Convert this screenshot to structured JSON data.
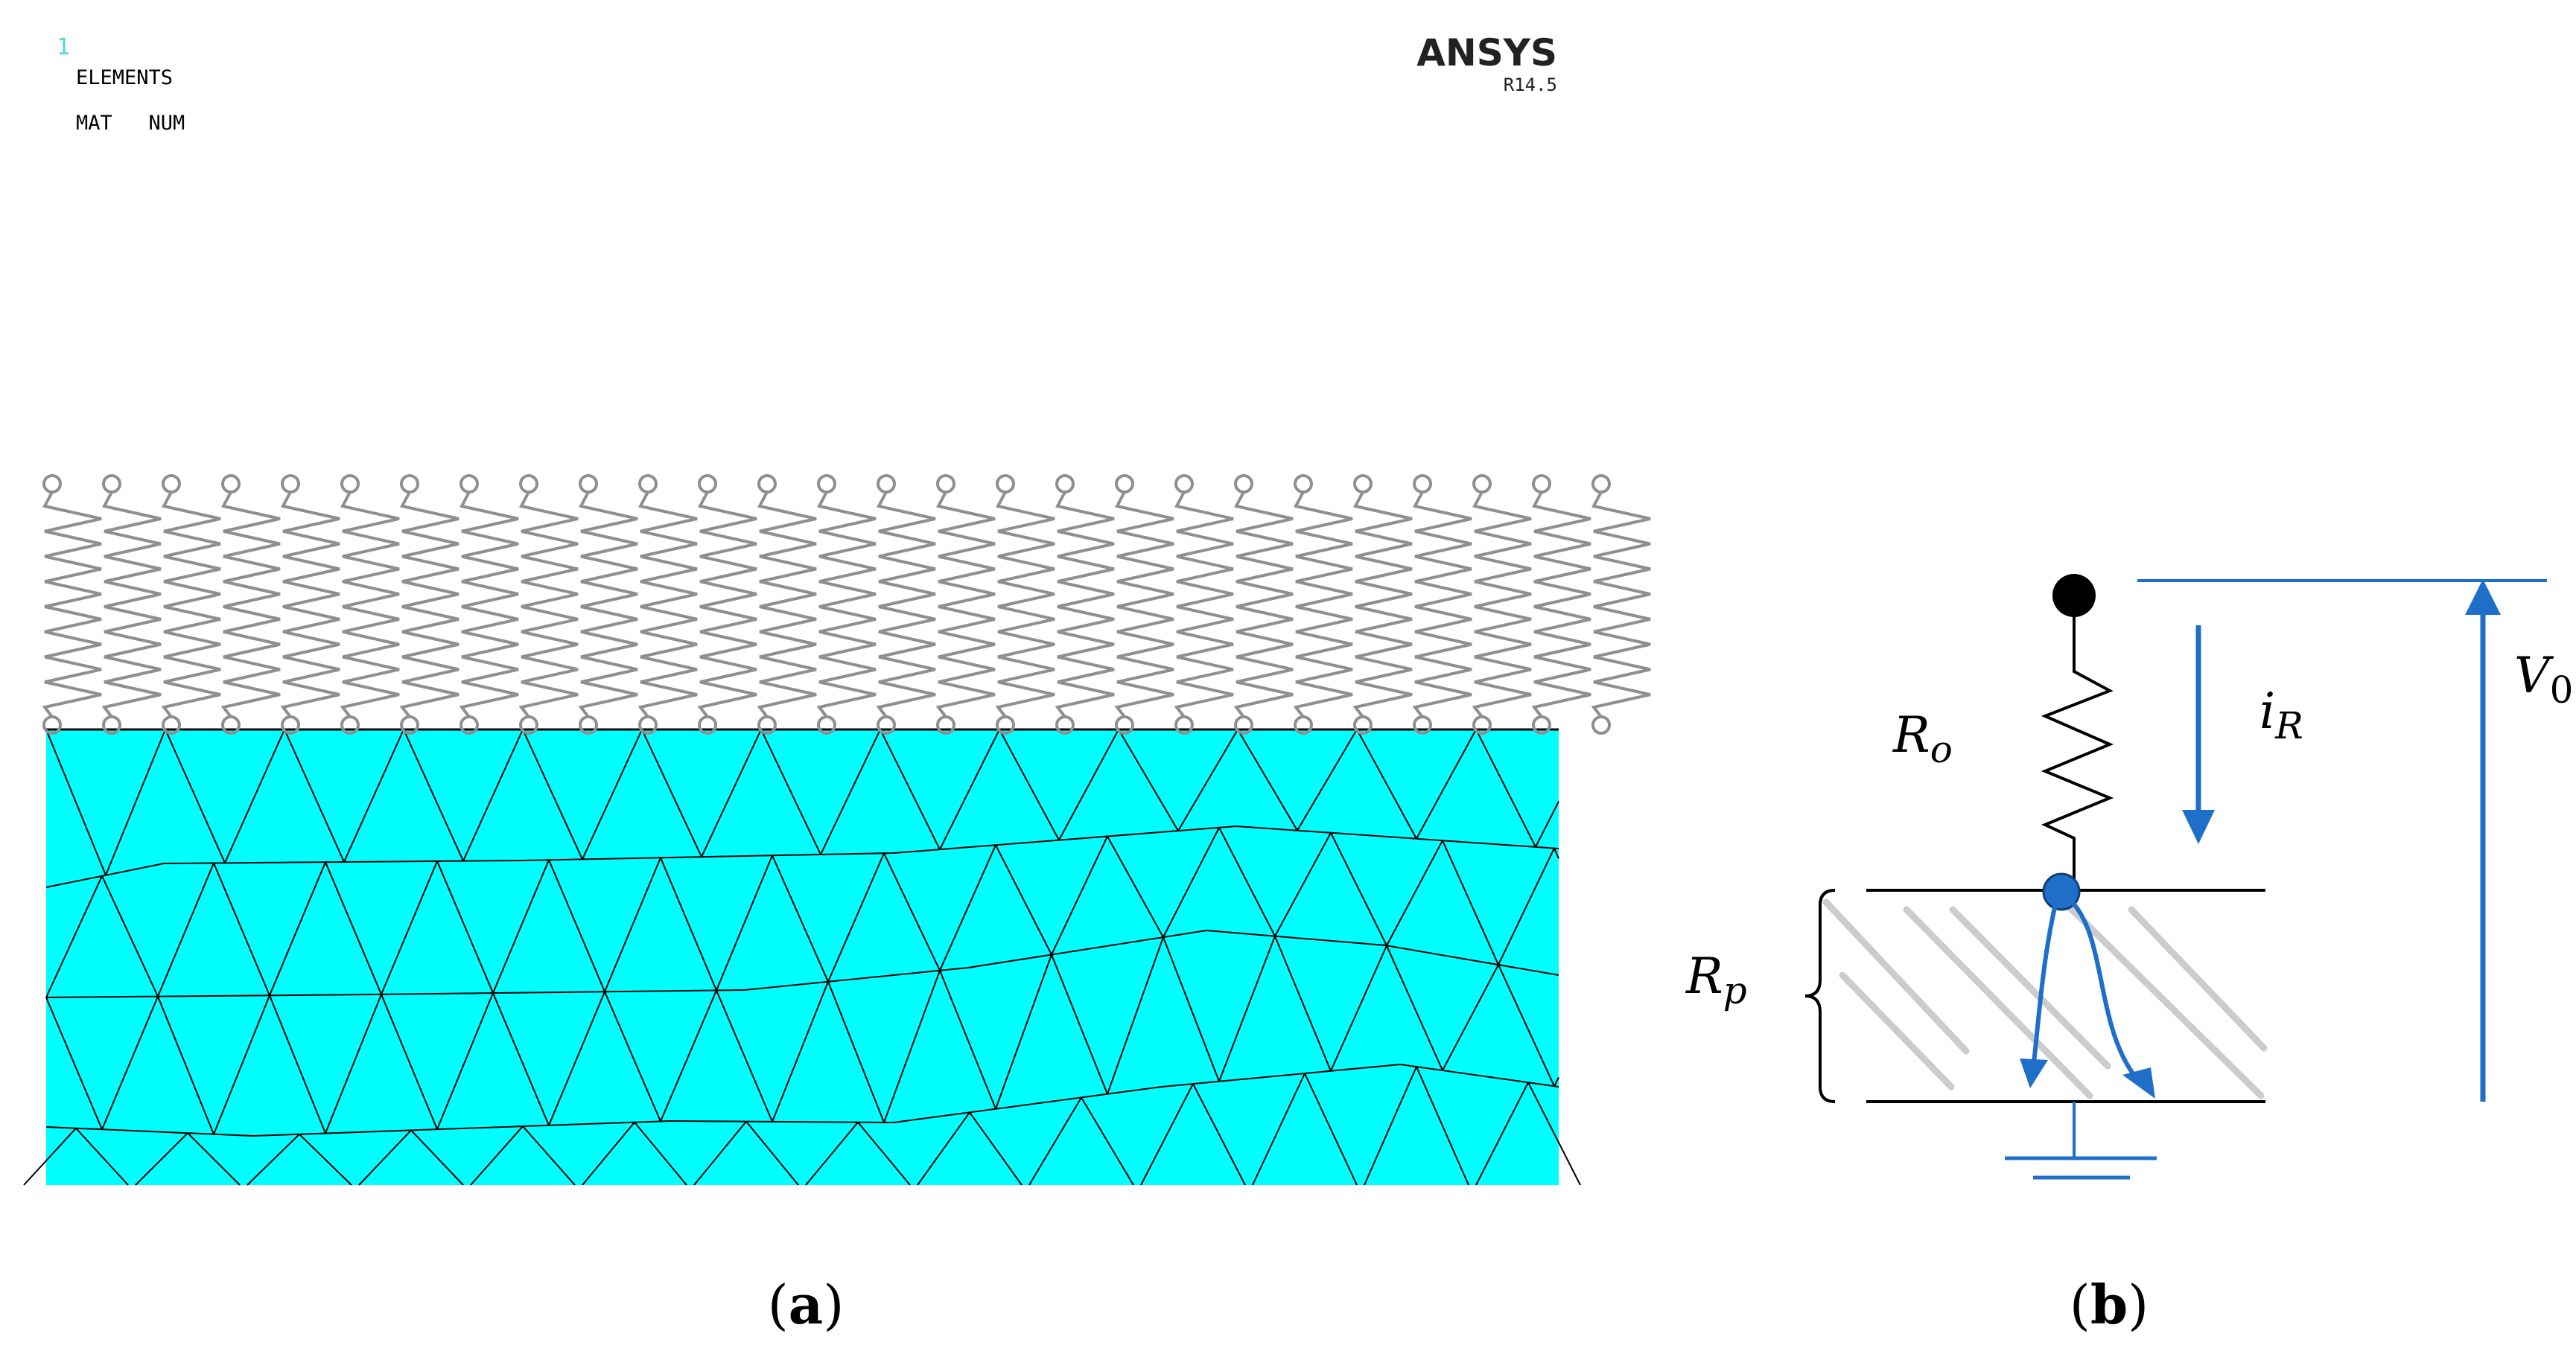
{
  "panel_a": {
    "window_number": "1",
    "header_line1": "ELEMENTS",
    "header_line2": "MAT   NUM",
    "brand": "ANSYS",
    "version": "R14.5",
    "caption_letter": "a",
    "colors": {
      "mesh_fill": "#00ffff",
      "spring": "#8f8f8f",
      "mesh_line": "#000000",
      "window_number": "#4fd7d7"
    }
  },
  "panel_b": {
    "label_ro": "R",
    "label_ro_sub": "o",
    "label_rp": "R",
    "label_rp_sub": "p",
    "label_ir": "i",
    "label_ir_sub": "R",
    "label_v0": "V",
    "label_v0_sub": "0",
    "caption_letter": "b",
    "colors": {
      "accent": "#1f6fc8",
      "hatch": "#cccccc",
      "wire": "#000000"
    }
  }
}
